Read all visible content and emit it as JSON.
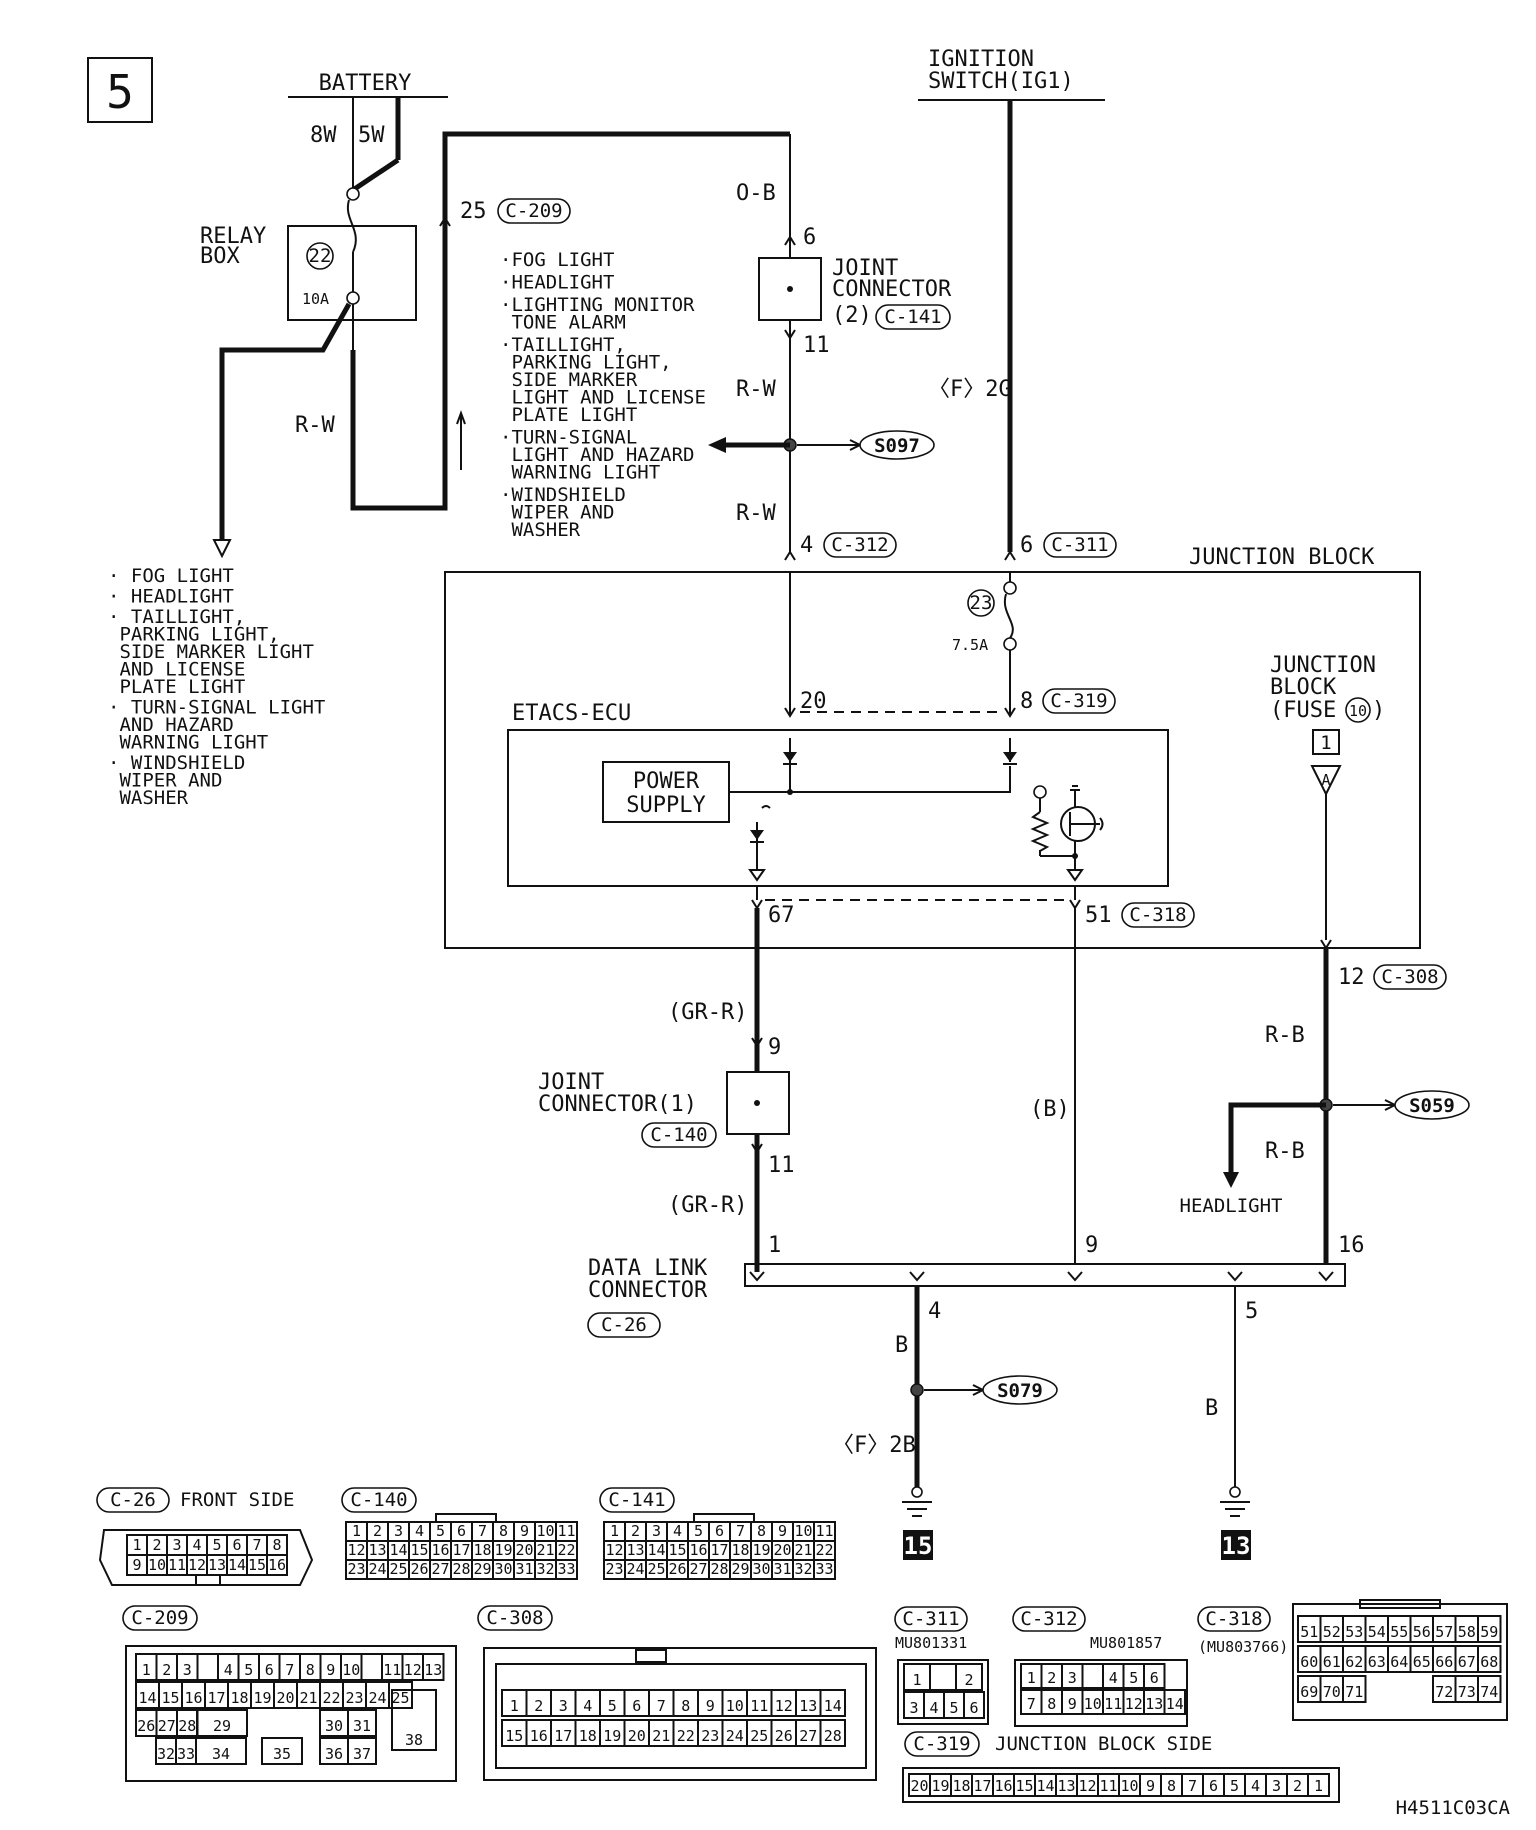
{
  "page_number": "5",
  "drawing_code": "H4511C03CA",
  "sources": {
    "battery": "BATTERY",
    "battery_wire_a": "8W",
    "battery_wire_b": "5W",
    "ignition_line1": "IGNITION",
    "ignition_line2": "SWITCH(IG1)"
  },
  "relay_box": {
    "line1": "RELAY",
    "line2": "BOX",
    "fuse_no": "22",
    "fuse_rating": "10A",
    "out_wire": "R-W"
  },
  "connectors": {
    "c209_pin": "25",
    "c209": "C-209",
    "jc2_pin_top": "6",
    "jc2_pin_bot": "11",
    "jc2_line1": "JOINT",
    "jc2_line2": "CONNECTOR",
    "jc2_no": "(2)",
    "c141": "C-141",
    "c312_pin": "4",
    "c312": "C-312",
    "c311_pin": "6",
    "c311": "C-311",
    "c319_pin": "8",
    "c319": "C-319",
    "ecu_pin20": "20",
    "ecu_pin67": "67",
    "c318_pin": "51",
    "c318": "C-318",
    "c308_pin": "12",
    "c308": "C-308",
    "jc1_pin_top": "9",
    "jc1_pin_bot": "11",
    "jc1_line1": "JOINT",
    "jc1_line2": "CONNECTOR(1)",
    "c140": "C-140",
    "dlc_line1": "DATA LINK",
    "dlc_line2": "CONNECTOR",
    "c26": "C-26",
    "dlc_pin1": "1",
    "dlc_pin9": "9",
    "dlc_pin16": "16",
    "dlc_pin4": "4",
    "dlc_pin5": "5"
  },
  "wires": {
    "o_b": "O-B",
    "r_w_upper": "R-W",
    "r_w_lower": "R-W",
    "f2g": "〈F〉2G",
    "gr_r_upper": "(GR-R)",
    "gr_r_lower": "(GR-R)",
    "b_paren": "(B)",
    "r_b_upper": "R-B",
    "r_b_lower": "R-B",
    "b_pin4": "B",
    "f2b": "〈F〉2B",
    "b_pin5": "B",
    "headlight": "HEADLIGHT"
  },
  "splices": {
    "s097": "S097",
    "s059": "S059",
    "s079": "S079"
  },
  "ground_points": {
    "g15": "15",
    "g13": "13"
  },
  "junction_block": {
    "title": "JUNCTION BLOCK",
    "fuse_no": "23",
    "fuse_rating": "7.5A",
    "fuse10_line1": "JUNCTION",
    "fuse10_line2": "BLOCK",
    "fuse10_line3a": "(FUSE",
    "fuse10_no": "10",
    "fuse10_line3b": ")",
    "ref_box": "1",
    "ref_letter": "A"
  },
  "ecu": {
    "title": "ETACS-ECU",
    "power_line1": "POWER",
    "power_line2": "SUPPLY"
  },
  "circuit_list_center": [
    [
      "·FOG LIGHT"
    ],
    [
      "·HEADLIGHT"
    ],
    [
      "·LIGHTING MONITOR",
      " TONE ALARM"
    ],
    [
      "·TAILLIGHT,",
      " PARKING LIGHT,",
      " SIDE MARKER",
      " LIGHT AND LICENSE",
      " PLATE LIGHT"
    ],
    [
      "·TURN-SIGNAL",
      " LIGHT AND HAZARD",
      " WARNING LIGHT"
    ],
    [
      "·WINDSHIELD",
      " WIPER AND",
      " WASHER"
    ]
  ],
  "circuit_list_left": [
    [
      "· FOG LIGHT"
    ],
    [
      "· HEADLIGHT"
    ],
    [
      "· TAILLIGHT,",
      "  PARKING LIGHT,",
      "  SIDE MARKER LIGHT",
      "  AND LICENSE",
      "  PLATE LIGHT"
    ],
    [
      "· TURN-SIGNAL LIGHT",
      "  AND HAZARD",
      "  WARNING LIGHT"
    ],
    [
      "· WINDSHIELD",
      "  WIPER AND",
      "  WASHER"
    ]
  ],
  "connector_views": {
    "c26": {
      "label": "C-26",
      "caption": "FRONT SIDE",
      "row1": [
        "1",
        "2",
        "3",
        "4",
        "5",
        "6",
        "7",
        "8"
      ],
      "row2": [
        "9",
        "10",
        "11",
        "12",
        "13",
        "14",
        "15",
        "16"
      ]
    },
    "c140": {
      "label": "C-140",
      "row1": [
        "1",
        "2",
        "3",
        "4",
        "5",
        "6",
        "7",
        "8",
        "9",
        "10",
        "11"
      ],
      "row2": [
        "12",
        "13",
        "14",
        "15",
        "16",
        "17",
        "18",
        "19",
        "20",
        "21",
        "22"
      ],
      "row3": [
        "23",
        "24",
        "25",
        "26",
        "27",
        "28",
        "29",
        "30",
        "31",
        "32",
        "33"
      ]
    },
    "c141": {
      "label": "C-141",
      "row1": [
        "1",
        "2",
        "3",
        "4",
        "5",
        "6",
        "7",
        "8",
        "9",
        "10",
        "11"
      ],
      "row2": [
        "12",
        "13",
        "14",
        "15",
        "16",
        "17",
        "18",
        "19",
        "20",
        "21",
        "22"
      ],
      "row3": [
        "23",
        "24",
        "25",
        "26",
        "27",
        "28",
        "29",
        "30",
        "31",
        "32",
        "33"
      ]
    },
    "c209": {
      "label": "C-209",
      "row1": [
        "1",
        "2",
        "3",
        "",
        "4",
        "5",
        "6",
        "7",
        "8",
        "9",
        "10",
        "",
        "11",
        "12",
        "13"
      ],
      "row2": [
        "14",
        "15",
        "16",
        "17",
        "18",
        "19",
        "20",
        "21",
        "22",
        "23",
        "24",
        "25"
      ],
      "row3": [
        "26",
        "27",
        "28",
        "29",
        "30",
        "31",
        "38"
      ],
      "row4": [
        "32",
        "33",
        "34",
        "35",
        "36",
        "37"
      ]
    },
    "c308": {
      "label": "C-308",
      "row1": [
        "1",
        "2",
        "3",
        "4",
        "5",
        "6",
        "7",
        "8",
        "9",
        "10",
        "11",
        "12",
        "13",
        "14"
      ],
      "row2": [
        "15",
        "16",
        "17",
        "18",
        "19",
        "20",
        "21",
        "22",
        "23",
        "24",
        "25",
        "26",
        "27",
        "28"
      ]
    },
    "c311": {
      "label": "C-311",
      "part": "MU801331",
      "row1": [
        "1",
        "",
        "2"
      ],
      "row2": [
        "3",
        "4",
        "5",
        "6"
      ]
    },
    "c312": {
      "label": "C-312",
      "part": "MU801857",
      "row1": [
        "1",
        "2",
        "3",
        "",
        "4",
        "5",
        "6"
      ],
      "row2": [
        "7",
        "8",
        "9",
        "10",
        "11",
        "12",
        "13",
        "14"
      ]
    },
    "c318": {
      "label": "C-318",
      "part": "(MU803766)",
      "row1": [
        "51",
        "52",
        "53",
        "54",
        "55",
        "56",
        "57",
        "58",
        "59"
      ],
      "row2": [
        "60",
        "61",
        "62",
        "63",
        "64",
        "65",
        "66",
        "67",
        "68"
      ],
      "row3": [
        "69",
        "70",
        "71",
        "72",
        "73",
        "74"
      ]
    },
    "c319": {
      "label": "C-319",
      "caption": "JUNCTION BLOCK SIDE",
      "row1": [
        "20",
        "19",
        "18",
        "17",
        "16",
        "15",
        "14",
        "13",
        "12",
        "11",
        "10",
        "9",
        "8",
        "7",
        "6",
        "5",
        "4",
        "3",
        "2",
        "1"
      ]
    }
  }
}
